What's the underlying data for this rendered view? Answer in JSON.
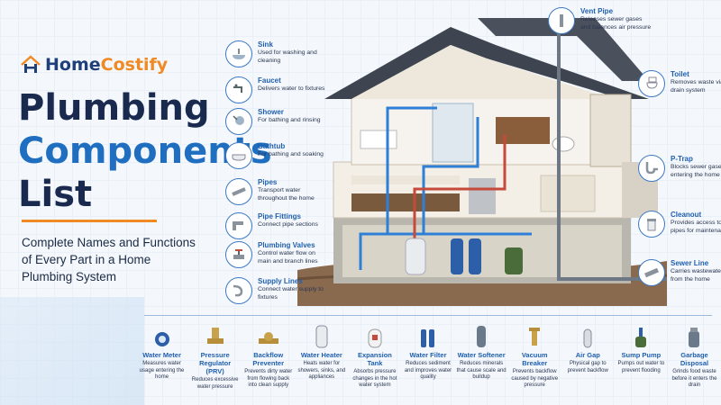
{
  "brand": {
    "part1": "Home",
    "part2": "Costify"
  },
  "title": {
    "line1": "Plumbing",
    "line2": "Components",
    "line3": "List"
  },
  "subtitle": "Complete Names and Functions of Every Part in a Home Plumbing System",
  "left_callouts": [
    {
      "name": "Sink",
      "desc": "Used for washing and cleaning",
      "icon": "sink-icon"
    },
    {
      "name": "Faucet",
      "desc": "Delivers water to fixtures",
      "icon": "faucet-icon"
    },
    {
      "name": "Shower",
      "desc": "For bathing and rinsing",
      "icon": "shower-icon"
    },
    {
      "name": "Bathtub",
      "desc": "For bathing and soaking",
      "icon": "bathtub-icon"
    },
    {
      "name": "Pipes",
      "desc": "Transport water throughout the home",
      "icon": "pipes-icon"
    },
    {
      "name": "Pipe Fittings",
      "desc": "Connect pipe sections",
      "icon": "pipe-fittings-icon"
    },
    {
      "name": "Plumbing Valves",
      "desc": "Control water flow on main and branch lines",
      "icon": "valve-icon"
    },
    {
      "name": "Supply Lines",
      "desc": "Connect water supply to fixtures",
      "icon": "supply-lines-icon"
    }
  ],
  "right_callouts": [
    {
      "name": "Vent Pipe",
      "desc": "Releases sewer gases and balances air pressure",
      "icon": "vent-pipe-icon"
    },
    {
      "name": "Toilet",
      "desc": "Removes waste via the drain system",
      "icon": "toilet-icon"
    },
    {
      "name": "P-Trap",
      "desc": "Blocks sewer gases from entering the home",
      "icon": "p-trap-icon"
    },
    {
      "name": "Cleanout",
      "desc": "Provides access to drain pipes for maintenance",
      "icon": "cleanout-icon"
    },
    {
      "name": "Sewer Line",
      "desc": "Carries wastewater away from the home",
      "icon": "sewer-line-icon"
    }
  ],
  "bottom_items": [
    {
      "name": "Water Meter",
      "desc": "Measures water usage entering the home",
      "icon": "water-meter-icon"
    },
    {
      "name": "Pressure Regulator (PRV)",
      "desc": "Reduces excessive water pressure",
      "icon": "pressure-regulator-icon"
    },
    {
      "name": "Backflow Preventer",
      "desc": "Prevents dirty water from flowing back into clean supply",
      "icon": "backflow-preventer-icon"
    },
    {
      "name": "Water Heater",
      "desc": "Heats water for showers, sinks, and appliances",
      "icon": "water-heater-icon"
    },
    {
      "name": "Expansion Tank",
      "desc": "Absorbs pressure changes in the hot water system",
      "icon": "expansion-tank-icon"
    },
    {
      "name": "Water Filter",
      "desc": "Reduces sediment and improves water quality",
      "icon": "water-filter-icon"
    },
    {
      "name": "Water Softener",
      "desc": "Reduces minerals that cause scale and buildup",
      "icon": "water-softener-icon"
    },
    {
      "name": "Vacuum Breaker",
      "desc": "Prevents backflow caused by negative pressure",
      "icon": "vacuum-breaker-icon"
    },
    {
      "name": "Air Gap",
      "desc": "Physical gap to prevent backflow",
      "icon": "air-gap-icon"
    },
    {
      "name": "Sump Pump",
      "desc": "Pumps out water to prevent flooding",
      "icon": "sump-pump-icon"
    },
    {
      "name": "Garbage Disposal",
      "desc": "Grinds food waste before it enters the drain",
      "icon": "garbage-disposal-icon"
    }
  ],
  "colors": {
    "brand_blue": "#1f3f7a",
    "accent_orange": "#f08a24",
    "pipe_blue": "#2f7fd6",
    "callout_blue": "#1f5fae"
  }
}
